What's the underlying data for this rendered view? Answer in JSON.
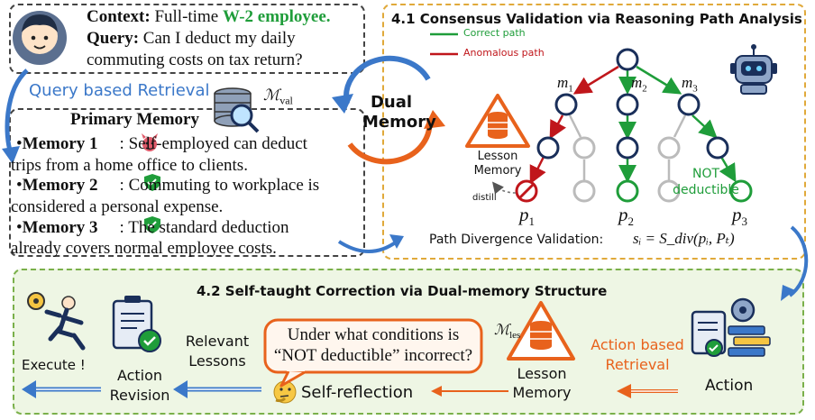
{
  "context": {
    "context_label": "Context:",
    "context_text": "Full-time",
    "context_highlight": "W-2 employee.",
    "query_label": "Query:",
    "query_text_1": "Can I deduct my daily",
    "query_text_2": "commuting costs on tax return?"
  },
  "retrieval": {
    "query_based": "Query based Retrieval",
    "m_val": "ℳ",
    "m_val_sub": "val"
  },
  "primary_memory": {
    "title": "Primary Memory",
    "items": [
      {
        "label": "Memory 1",
        "text_1": ": Self-employed can deduct",
        "text_2": "trips from a home office to clients."
      },
      {
        "label": "Memory 2",
        "text_1": ": Commuting to workplace is",
        "text_2": "considered a personal expense."
      },
      {
        "label": "Memory 3",
        "text_1": ": The standard deduction",
        "text_2": "already covers normal employee costs."
      }
    ]
  },
  "dual_memory": {
    "line1": "Dual",
    "line2": "Memory"
  },
  "consensus": {
    "title": "4.1 Consensus Validation via Reasoning Path Analysis",
    "legend_correct": "Correct path",
    "legend_anomalous": "Anomalous path",
    "m1": "m",
    "m1_sub": "1",
    "m2": "m",
    "m2_sub": "2",
    "m3": "m",
    "m3_sub": "3",
    "p1": "p",
    "p1_sub": "1",
    "p2": "p",
    "p2_sub": "2",
    "p3": "p",
    "p3_sub": "3",
    "lesson_line1": "Lesson",
    "lesson_line2": "Memory",
    "distill": "distill",
    "not_line1": "NOT",
    "not_line2": "deductible",
    "divergence_label": "Path Divergence Validation:",
    "divergence_formula": "sᵢ = S_div(pᵢ, Pₜ)"
  },
  "correction": {
    "title": "4.2 Self-taught Correction via Dual-memory Structure",
    "execute": "Execute !",
    "action_revision_1": "Action",
    "action_revision_2": "Revision",
    "relevant_1": "Relevant",
    "relevant_2": "Lessons",
    "bubble_1": "Under what conditions is",
    "bubble_2": "“NOT deductible” incorrect?",
    "self_reflection": "Self-reflection",
    "m_les": "ℳ",
    "m_les_sub": "les",
    "lesson_1": "Lesson",
    "lesson_2": "Memory",
    "action_based_1": "Action based",
    "action_based_2": "Retrieval",
    "action": "Action"
  },
  "colors": {
    "green": "#1f9d3a",
    "red": "#c0161b",
    "blue": "#3b78c9",
    "orange": "#e8621c",
    "navy": "#1a2f5a",
    "yellow_border": "#e0a93a",
    "green_border": "#7ab04a",
    "green_bg": "#eef6e4"
  }
}
